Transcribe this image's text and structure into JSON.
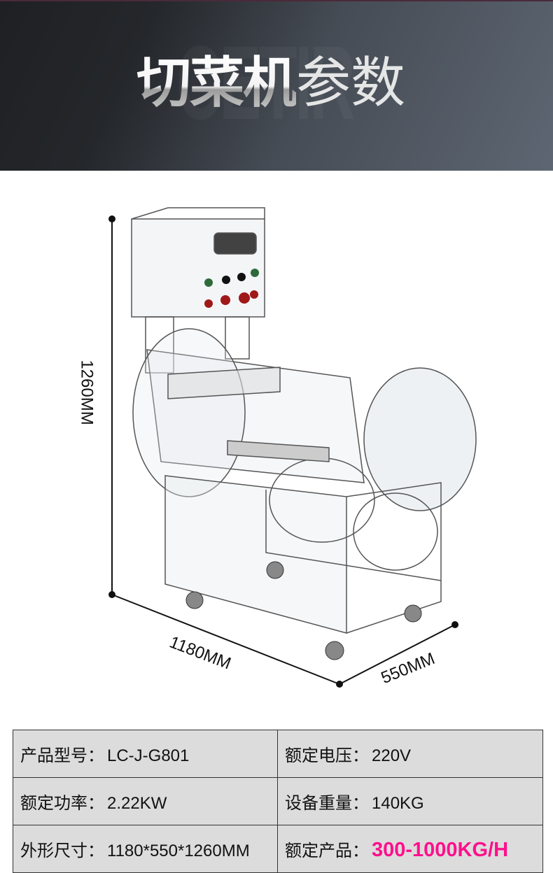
{
  "banner": {
    "title_bold": "切菜机",
    "title_light": "参数",
    "watermark": "CETIR"
  },
  "dimensions": {
    "height": "1260MM",
    "length": "1180MM",
    "width": "550MM"
  },
  "specs": [
    [
      {
        "label": "产品型号：",
        "value": "LC-J-G801"
      },
      {
        "label": "额定电压：",
        "value": "220V"
      }
    ],
    [
      {
        "label": "额定功率：",
        "value": "2.22KW"
      },
      {
        "label": "设备重量：",
        "value": "140KG"
      }
    ],
    [
      {
        "label": "外形尺寸：",
        "value": "1180*550*1260MM"
      },
      {
        "label": "额定产品：",
        "value": "300-1000KG/H"
      }
    ]
  ],
  "colors": {
    "highlight": "#ff0f8c"
  }
}
